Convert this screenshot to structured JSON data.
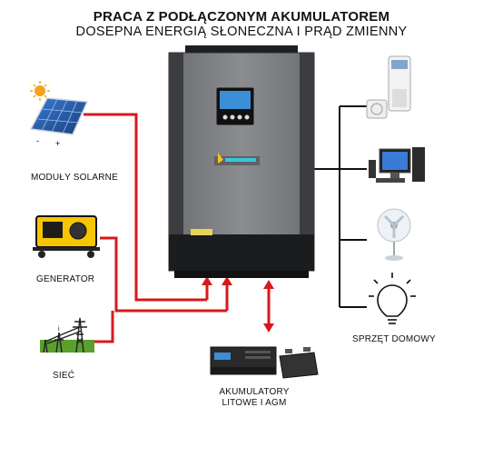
{
  "header": {
    "title": "PRACA Z PODŁĄCZONYM AKUMULATOREM",
    "subtitle": "DOSEPNA ENERGIĄ SŁONECZNA I PRĄD ZMIENNY"
  },
  "sources": {
    "solar_label": "MODUŁY SOLARNE",
    "generator_label": "GENERATOR",
    "grid_label": "SIEĆ"
  },
  "battery": {
    "label_line1": "AKUMULATORY",
    "label_line2": "LITOWE I AGM"
  },
  "loads": {
    "label": "SPRZĘT DOMOWY"
  },
  "colors": {
    "power_line": "#d7191c",
    "load_line": "#111111",
    "inverter_body": "#7b7d80",
    "inverter_side": "#2e2f31"
  }
}
